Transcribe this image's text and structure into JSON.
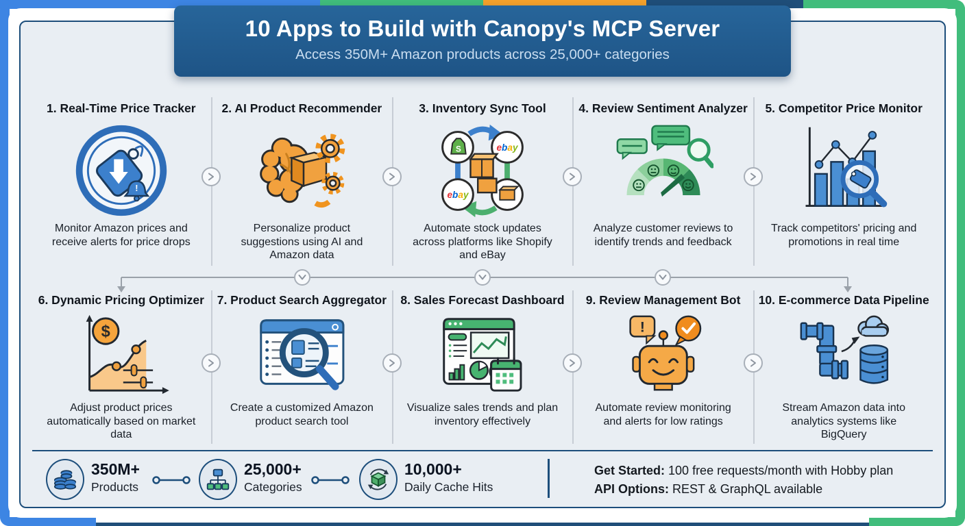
{
  "banner": {
    "title": "10 Apps to Build with Canopy's MCP Server",
    "subtitle": "Access 350M+ Amazon products across 25,000+ categories"
  },
  "cards": [
    {
      "title": "1. Real-Time Price Tracker",
      "desc": "Monitor Amazon prices and receive alerts for price drops",
      "icon": "price-tag-alert-icon"
    },
    {
      "title": "2. AI Product Recommender",
      "desc": "Personalize product suggestions using AI and Amazon data",
      "icon": "brain-gears-icon"
    },
    {
      "title": "3. Inventory Sync Tool",
      "desc": "Automate stock updates across platforms like Shopify and eBay",
      "icon": "platform-sync-icon"
    },
    {
      "title": "4. Review Sentiment Analyzer",
      "desc": "Analyze customer reviews to identify trends and feedback",
      "icon": "sentiment-gauge-icon"
    },
    {
      "title": "5. Competitor Price Monitor",
      "desc": "Track competitors' pricing and promotions in real time",
      "icon": "chart-magnifier-icon"
    },
    {
      "title": "6. Dynamic Pricing Optimizer",
      "desc": "Adjust product prices automatically based on market data",
      "icon": "price-curve-icon"
    },
    {
      "title": "7. Product Search Aggregator",
      "desc": "Create a customized Amazon product search tool",
      "icon": "search-browser-icon"
    },
    {
      "title": "8. Sales Forecast Dashboard",
      "desc": "Visualize sales trends and plan inventory effectively",
      "icon": "dashboard-calendar-icon"
    },
    {
      "title": "9. Review Management Bot",
      "desc": "Automate review monitoring and alerts for low ratings",
      "icon": "robot-alerts-icon"
    },
    {
      "title": "10. E-commerce Data Pipeline",
      "desc": "Stream Amazon data into analytics systems like BigQuery",
      "icon": "pipeline-cloud-db-icon"
    }
  ],
  "stats": {
    "items": [
      {
        "value": "350M+",
        "label": "Products",
        "icon": "coins-stack-icon"
      },
      {
        "value": "25,000+",
        "label": "Categories",
        "icon": "category-tree-icon"
      },
      {
        "value": "10,000+",
        "label": "Daily Cache Hits",
        "icon": "cache-cube-icon"
      }
    ]
  },
  "footer": {
    "get_started_label": "Get Started:",
    "get_started_text": " 100 free requests/month with Hobby plan",
    "api_options_label": "API Options:",
    "api_options_text": " REST & GraphQL available"
  },
  "colors": {
    "accent_blue": "#3d85e3",
    "accent_green": "#41bd7c",
    "accent_orange": "#f5a12b",
    "banner_navy": "#1e5486",
    "panel_border_navy": "#1d4e7b",
    "panel_bg": "#e9eef3"
  }
}
